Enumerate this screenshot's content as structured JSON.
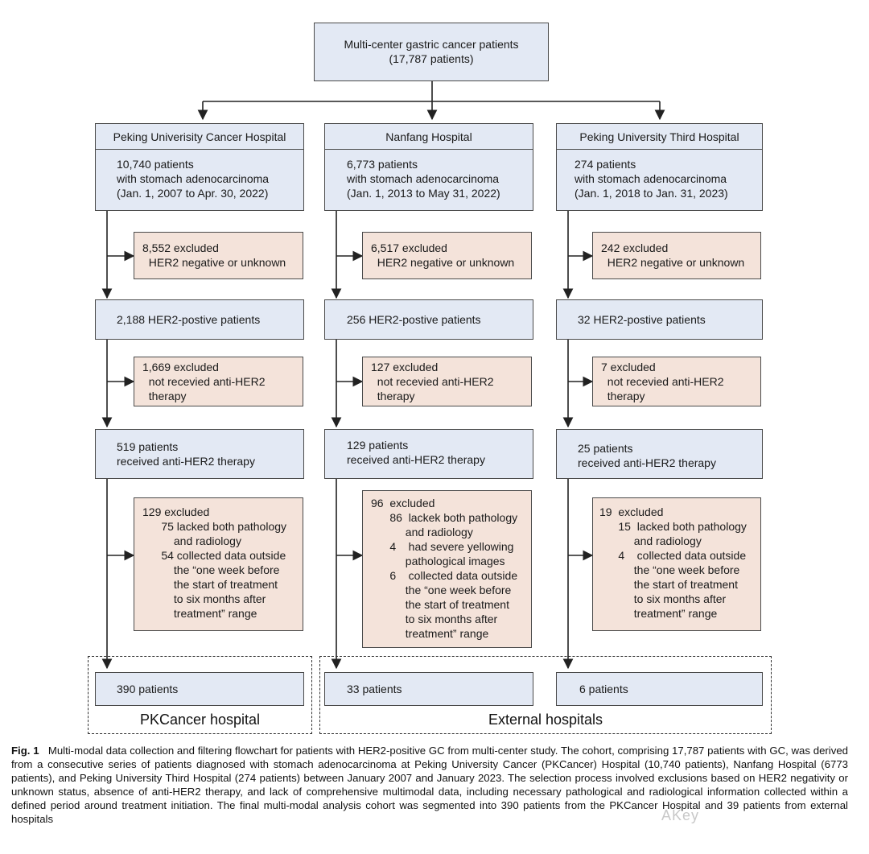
{
  "top": {
    "lines": [
      "Multi-center gastric cancer patients",
      "(17,787 patients)"
    ]
  },
  "columns": [
    {
      "hospital": "Peking Univerisity Cancer Hospital",
      "initial": [
        "10,740 patients",
        "with stomach adenocarcinoma",
        "(Jan. 1, 2007 to Apr. 30, 2022)"
      ],
      "excl1": [
        "8,552 excluded",
        "  HER2 negative or unknown"
      ],
      "pos": "2,188 HER2-postive patients",
      "excl2": [
        "1,669 excluded",
        "  not recevied anti-HER2",
        "  therapy"
      ],
      "recv": [
        "519 patients",
        "received anti-HER2 therapy"
      ],
      "excl3": [
        "129 excluded",
        "      75 lacked both pathology",
        "          and radiology",
        "      54 collected data outside",
        "          the “one week before",
        "          the start of treatment",
        "          to six months after",
        "          treatment” range"
      ],
      "final": "390 patients"
    },
    {
      "hospital": "Nanfang Hospital",
      "initial": [
        "6,773 patients",
        "with stomach adenocarcinoma",
        "(Jan. 1, 2013 to May 31, 2022)"
      ],
      "excl1": [
        "6,517 excluded",
        "  HER2 negative or unknown"
      ],
      "pos": "256 HER2-postive patients",
      "excl2": [
        "127 excluded",
        "  not recevied anti-HER2",
        "  therapy"
      ],
      "recv": [
        "129 patients",
        "received anti-HER2 therapy"
      ],
      "excl3": [
        "96  excluded",
        "      86  lackek both pathology",
        "           and radiology",
        "      4    had severe yellowing",
        "           pathological images",
        "      6    collected data outside",
        "           the “one week before",
        "           the start of treatment",
        "           to six months after",
        "           treatment” range"
      ],
      "final": "33 patients"
    },
    {
      "hospital": "Peking University Third Hospital",
      "initial": [
        "274 patients",
        "with stomach adenocarcinoma",
        "(Jan. 1, 2018 to Jan. 31, 2023)"
      ],
      "excl1": [
        "242 excluded",
        "  HER2 negative or unknown"
      ],
      "pos": "32 HER2-postive patients",
      "excl2": [
        "7 excluded",
        "  not recevied anti-HER2",
        "  therapy"
      ],
      "recv": [
        "25 patients",
        "received anti-HER2 therapy"
      ],
      "excl3": [
        "19  excluded",
        "      15  lacked both pathology",
        "           and radiology",
        "      4    collected data outside",
        "           the “one week before",
        "           the start of treatment",
        "           to six months after",
        "           treatment” range"
      ],
      "final": "6 patients"
    }
  ],
  "groups": {
    "pk": "PKCancer hospital",
    "external": "External hospitals"
  },
  "caption": {
    "label": "Fig. 1",
    "text": "Multi-modal data collection and filtering flowchart for patients with HER2-positive GC from multi-center study. The cohort, comprising 17,787 patients with GC, was derived from a consecutive series of patients diagnosed with stomach adenocarcinoma at Peking University Cancer (PKCancer) Hospital (10,740 patients), Nanfang Hospital (6773 patients), and Peking University Third Hospital (274 patients) between January 2007 and January 2023. The selection process involved exclusions based on HER2 negativity or unknown status, absence of anti-HER2 therapy, and lack of comprehensive multimodal data, including necessary pathological and radiological information collected within a defined period around treatment initiation. The final multi-modal analysis cohort was segmented into 390 patients from the PKCancer Hospital and 39 patients from external hospitals"
  },
  "watermark": "AKey",
  "colors": {
    "box_blue": "#e3e9f4",
    "box_pink": "#f4e3da",
    "stroke": "#4a4a4a"
  }
}
